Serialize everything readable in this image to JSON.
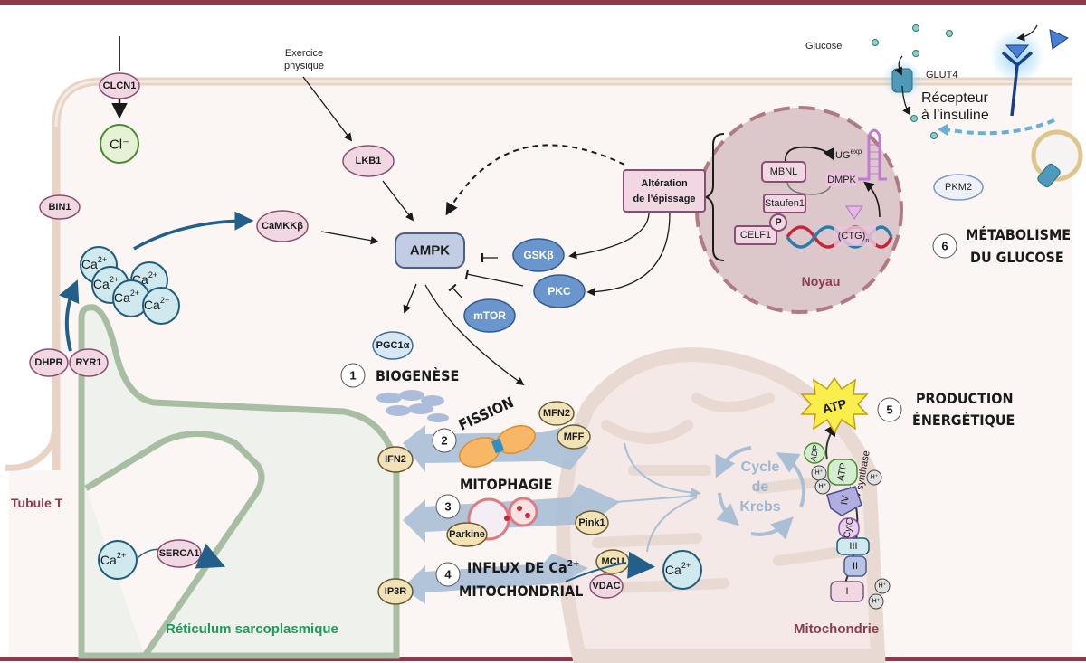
{
  "stimuli": {
    "exercise_line1": "Exercice",
    "exercise_line2": "physique",
    "glucose": "Glucose",
    "glut4": "GLUT4",
    "insulin_receptor_line1": "Récepteur",
    "insulin_receptor_line2": "à l’insuline"
  },
  "membrane_proteins": {
    "clcn1": "CLCN1",
    "chloride": "Cl⁻",
    "bin1": "BIN1",
    "dhpr": "DHPR",
    "ryr1": "RYR1",
    "serca1": "SERCA1"
  },
  "calcium": {
    "ion": "Ca",
    "charge": "2+"
  },
  "kinases": {
    "lkb1": "LKB1",
    "camkkb": "CaMKKβ",
    "ampk": "AMPK",
    "gskb": "GSKβ",
    "pkc": "PKC",
    "mtor": "mTOR",
    "pgc1a": "PGC1α",
    "pkm2": "PKM2"
  },
  "splicing": {
    "box_line1": "Altération",
    "box_line2": "de l’épissage"
  },
  "nucleus": {
    "label": "Noyau",
    "mbnl": "MBNL",
    "cug": "CUG",
    "cug_sup": "exp",
    "dmpk": "DMPK",
    "staufen": "Staufen1",
    "celf1": "CELF1",
    "phospho": "P",
    "ctg": "(CTG)",
    "ctg_sub": "n"
  },
  "processes": [
    {
      "number": "1",
      "title": "BIOGENÈSE"
    },
    {
      "number": "2",
      "title": "FISSION"
    },
    {
      "number": "3",
      "title": "MITOPHAGIE"
    },
    {
      "number": "4",
      "title_line1": "INFLUX DE Ca",
      "title_sup": "2+",
      "title_line2": "MITOCHONDRIAL"
    },
    {
      "number": "5",
      "title_line1": "PRODUCTION",
      "title_line2": "ÉNERGÉTIQUE"
    },
    {
      "number": "6",
      "title_line1": "MÉTABOLISME",
      "title_line2": "DU GLUCOSE"
    }
  ],
  "mito_proteins": {
    "ifn2": "IFN2",
    "mfn2": "MFN2",
    "mff": "MFF",
    "parkine": "Parkine",
    "pink1": "Pink1",
    "ip3r": "IP3R",
    "mcu": "MCU",
    "vdac": "VDAC"
  },
  "mitochondrion": {
    "krebs_line1": "Cycle",
    "krebs_line2": "de",
    "krebs_line3": "Krebs",
    "atp": "ATP",
    "adp": "ADP",
    "atp_synthase_line1": "ATP",
    "atp_synthase_line2": "synthase",
    "proton": "H⁺",
    "complex_1": "I",
    "complex_2": "II",
    "complex_3": "III",
    "cytc": "CytC",
    "complex_4": "IV"
  },
  "region_labels": {
    "t_tubule": "Tubule T",
    "sr": "Réticulum sarcoplasmique",
    "mitochondria": "Mitochondrie"
  },
  "colors": {
    "frame": "#8c3b4c",
    "cell_bg": "#fbf6f3",
    "membrane": "#e8d3c5",
    "sr_fill": "#eef1ec",
    "sr_stroke": "#a8bea2",
    "pink_node": "#f0d7e2",
    "pink_stroke": "#8a4e72",
    "blue_node": "#6b96cd",
    "tan_node": "#f1e2b8",
    "calcium": "#cfe9ef",
    "calcium_stroke": "#1f5d78",
    "arrow_blue": "#225f8a",
    "wide_arrow": "#a9bfd6",
    "nucleus": "#dcc8cb",
    "nucleus_stroke": "#b07a82",
    "title_red": "#8c3b4c",
    "sr_green": "#1e9a5a",
    "mito_fill": "#e8d9d3"
  }
}
